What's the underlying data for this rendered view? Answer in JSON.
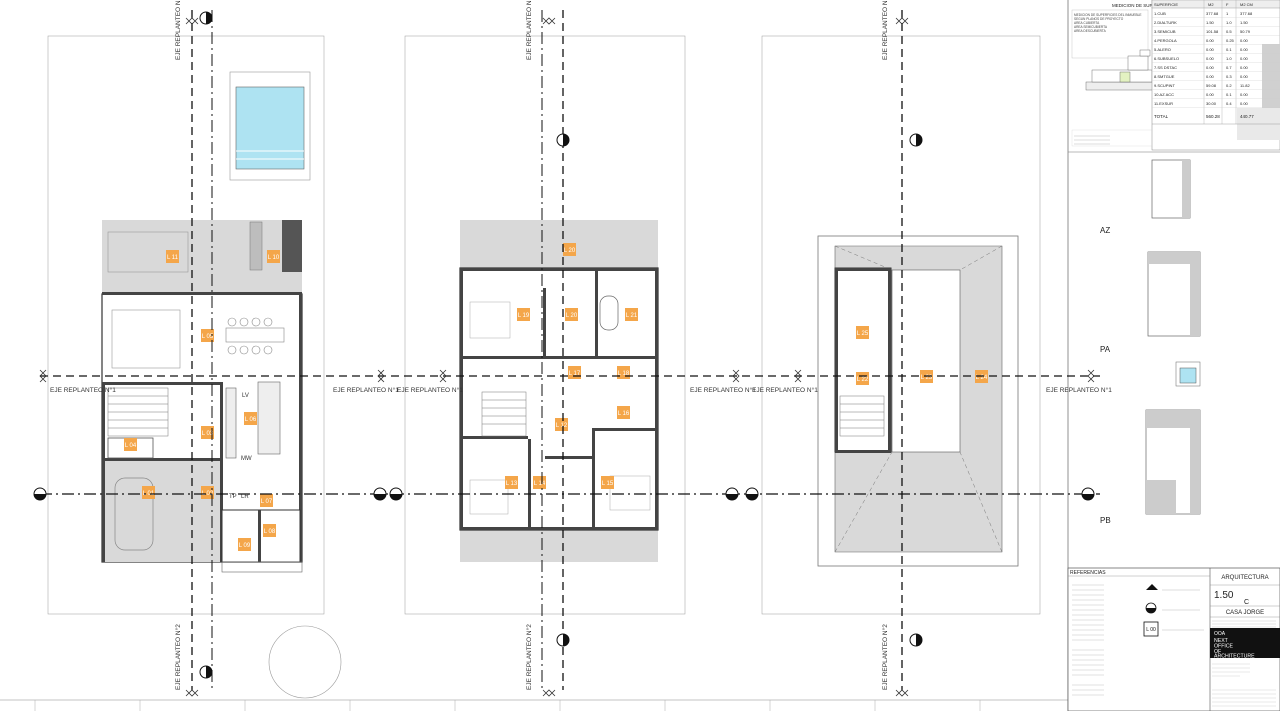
{
  "axes": {
    "horizontal_label": "EJE REPLANTEO N°1",
    "vertical_label": "EJE REPLANTEO N°2"
  },
  "floor_labels": [
    "AZ",
    "PA",
    "PB"
  ],
  "room_tags": {
    "planta_baja": [
      "L 05",
      "L 11",
      "L 10",
      "L 06",
      "L 03",
      "L 04",
      "L 01",
      "L 02",
      "L 07",
      "L 08",
      "L 09"
    ],
    "planta_alta": [
      "L 20",
      "L 19",
      "L 20",
      "L 21",
      "L 17",
      "L 18",
      "L 12",
      "L 16",
      "L 13",
      "L 14",
      "L 15"
    ],
    "azotea": [
      "L 25",
      "L 22",
      "L 23",
      "L 24"
    ]
  },
  "kitchen_labels": [
    "LV",
    "MW",
    "TP",
    "LR"
  ],
  "surface_table": {
    "title": "MEDICION DE SUPERFICIES",
    "headers": [
      "SUPERFICIE",
      "M2",
      "F",
      "M2 CM"
    ],
    "rows": [
      [
        "1.CUB",
        "377.68",
        "1",
        "377.68"
      ],
      [
        "2.DIALTURK",
        "1.50",
        "1.0",
        "1.50"
      ],
      [
        "3.SEMICUB",
        "101.58",
        "0.5",
        "50.79"
      ],
      [
        "4.PERGOLA",
        "0.00",
        "0.25",
        "0.00"
      ],
      [
        "5.ALERO",
        "0.00",
        "0.1",
        "0.00"
      ],
      [
        "6.SUBSUELO",
        "0.00",
        "1.0",
        "0.00"
      ],
      [
        "7.SS DSTAC",
        "0.00",
        "0.7",
        "0.00"
      ],
      [
        "8.SMTGUE",
        "0.00",
        "0.3",
        "0.00"
      ],
      [
        "9.SCUPINT",
        "59.08",
        "0.2",
        "11.82"
      ],
      [
        "10.AZ ACC",
        "0.00",
        "0.1",
        "0.00"
      ],
      [
        "11.EXSUR",
        "30.00",
        "0.4",
        "0.00"
      ]
    ],
    "total_label": "TOTAL",
    "total_m2": "560.28",
    "total_cm": "440.77"
  },
  "title_block": {
    "header": "REFERENCIAS",
    "discipline": "ARQUITECTURA",
    "scale": "1.50",
    "sheet": "C",
    "project": "CASA JORGE",
    "office_tag": "OOA",
    "office_name": [
      "NEXT",
      "OFFICE",
      "OF",
      "ARCHITECTURE"
    ],
    "legend_tag": "L 00"
  },
  "colors": {
    "tag_orange": "#f4a64a",
    "pool_blue": "#aee3f2",
    "shade_grey": "#d9d9d9",
    "title_black": "#111111"
  }
}
